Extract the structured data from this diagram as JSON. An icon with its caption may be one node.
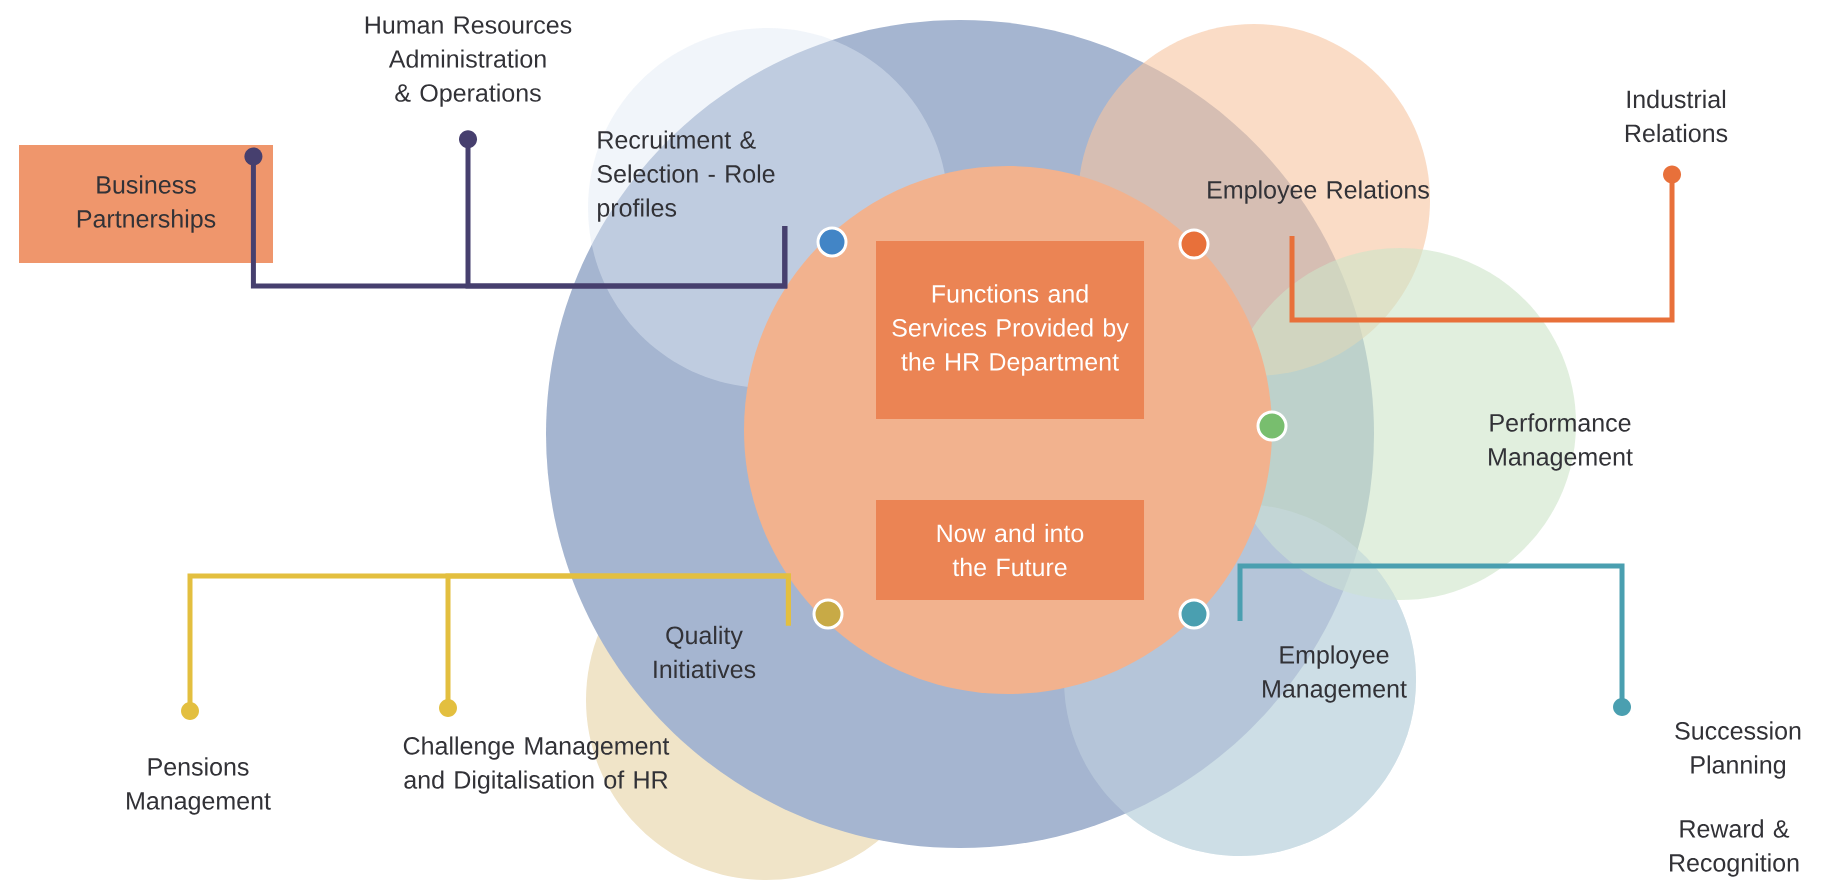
{
  "diagram": {
    "nodes": [
      {
        "text": [
          "Business Partnerships"
        ]
      },
      {
        "text": [
          "Human Resources Administration & Operations"
        ]
      },
      {
        "text": [
          "Recruitment & Selection - Role profiles"
        ]
      },
      {
        "text": [
          "Employee Relations"
        ]
      },
      {
        "text": [
          "Industrial Relations"
        ]
      },
      {
        "text": [
          "Functions and Services Provided by the HR Department"
        ]
      },
      {
        "text": [
          "Now and into the Future"
        ]
      },
      {
        "text": [
          "Performance Management"
        ]
      },
      {
        "text": [
          "Quality Initiatives"
        ]
      },
      {
        "text": [
          "Pensions Management"
        ]
      },
      {
        "text": [
          "Challenge Management and Digitalisation of HR"
        ]
      },
      {
        "text": [
          "Employee Management"
        ]
      },
      {
        "text": [
          "Succession Planning"
        ]
      }
    ],
    "edges": [
      {
        "from": 2,
        "to": 0,
        "arrow": "other",
        "color": "#463f6e"
      },
      {
        "from": 2,
        "to": 1,
        "arrow": "other",
        "color": "#463f6e"
      },
      {
        "from": 3,
        "to": 4,
        "arrow": "other",
        "color": "#e8703a"
      },
      {
        "from": 8,
        "to": 9,
        "arrow": "other",
        "color": "#e3bf3f"
      },
      {
        "from": 8,
        "to": 10,
        "arrow": "other",
        "color": "#e3bf3f"
      },
      {
        "from": 11,
        "to": 12,
        "arrow": "other",
        "color": "#4a9fb0"
      }
    ],
    "labels": [
      "Reward & Recognition"
    ]
  }
}
